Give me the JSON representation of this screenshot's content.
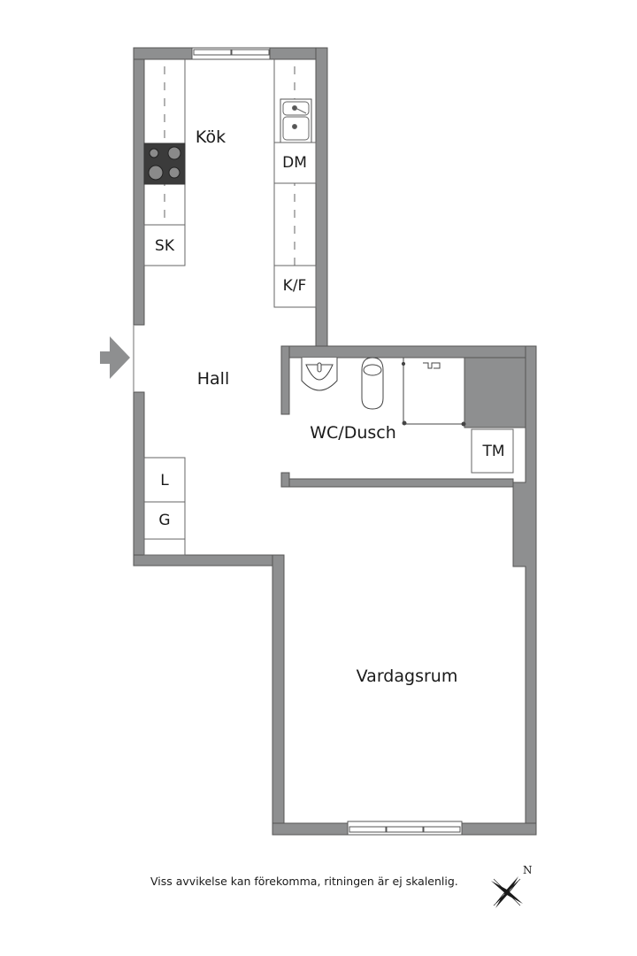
{
  "rooms": {
    "kitchen": "Kök",
    "hall": "Hall",
    "bathroom": "WC/Dusch",
    "living_room": "Vardagsrum"
  },
  "fixtures": {
    "dishwasher": "DM",
    "freezer": "SK",
    "fridge_freezer": "K/F",
    "washing_machine": "TM",
    "wardrobe_l": "L",
    "wardrobe_g": "G"
  },
  "footer": {
    "disclaimer": "Viss avvikelse kan förekomma, ritningen är ej skalenlig.",
    "compass_north": "N"
  },
  "colors": {
    "wall": "#8e8f90",
    "wall_outline": "#555555",
    "fixture_line": "#666666",
    "background": "#ffffff"
  }
}
